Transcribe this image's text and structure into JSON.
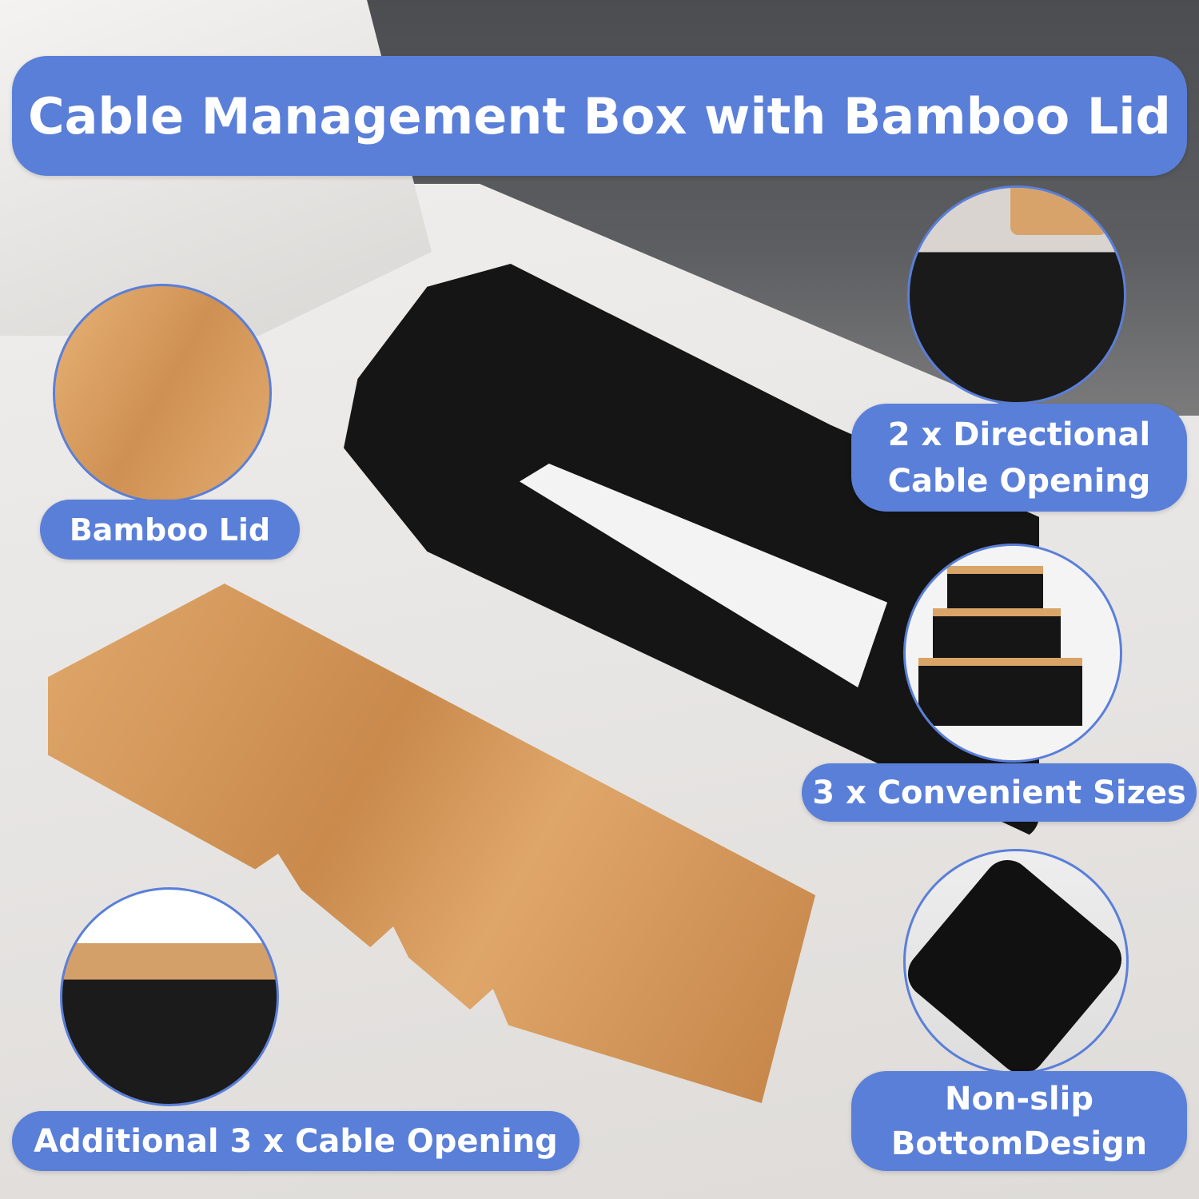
{
  "title": "Cable Management Box with Bamboo Lid",
  "features": {
    "bamboo_lid": "Bamboo Lid",
    "directional_line1": "2 x Directional",
    "directional_line2": "Cable Opening",
    "sizes": "3 x Convenient Sizes",
    "nonslip_line1": "Non-slip",
    "nonslip_line2": "BottomDesign",
    "additional": "Additional 3 x Cable Opening"
  },
  "colors": {
    "accent": "#5a7fd9"
  }
}
